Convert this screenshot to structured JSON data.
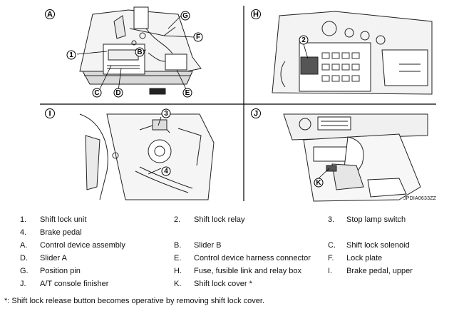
{
  "panels": [
    {
      "id": "A",
      "callouts": [
        "1",
        "B",
        "G",
        "F",
        "C",
        "D",
        "E"
      ]
    },
    {
      "id": "H",
      "callouts": [
        "2"
      ]
    },
    {
      "id": "I",
      "callouts": [
        "3",
        "4"
      ]
    },
    {
      "id": "J",
      "callouts": [
        "K"
      ]
    }
  ],
  "figure_code": "JPDIA0633ZZ",
  "legend": [
    [
      {
        "key": "1.",
        "text": "Shift lock unit"
      },
      {
        "key": "2.",
        "text": "Shift lock relay"
      },
      {
        "key": "3.",
        "text": "Stop lamp switch"
      }
    ],
    [
      {
        "key": "4.",
        "text": "Brake pedal"
      }
    ],
    [
      {
        "key": "A.",
        "text": "Control device assembly"
      },
      {
        "key": "B.",
        "text": "Slider B"
      },
      {
        "key": "C.",
        "text": "Shift lock solenoid"
      }
    ],
    [
      {
        "key": "D.",
        "text": "Slider A"
      },
      {
        "key": "E.",
        "text": "Control device harness connector"
      },
      {
        "key": "F.",
        "text": "Lock plate"
      }
    ],
    [
      {
        "key": "G.",
        "text": "Position pin"
      },
      {
        "key": "H.",
        "text": "Fuse, fusible link and relay box"
      },
      {
        "key": "I.",
        "text": "Brake pedal, upper"
      }
    ],
    [
      {
        "key": "J.",
        "text": "A/T console finisher"
      },
      {
        "key": "K.",
        "text": "Shift lock cover *"
      }
    ]
  ],
  "footnote": "*: Shift lock release button becomes operative by removing shift lock cover."
}
